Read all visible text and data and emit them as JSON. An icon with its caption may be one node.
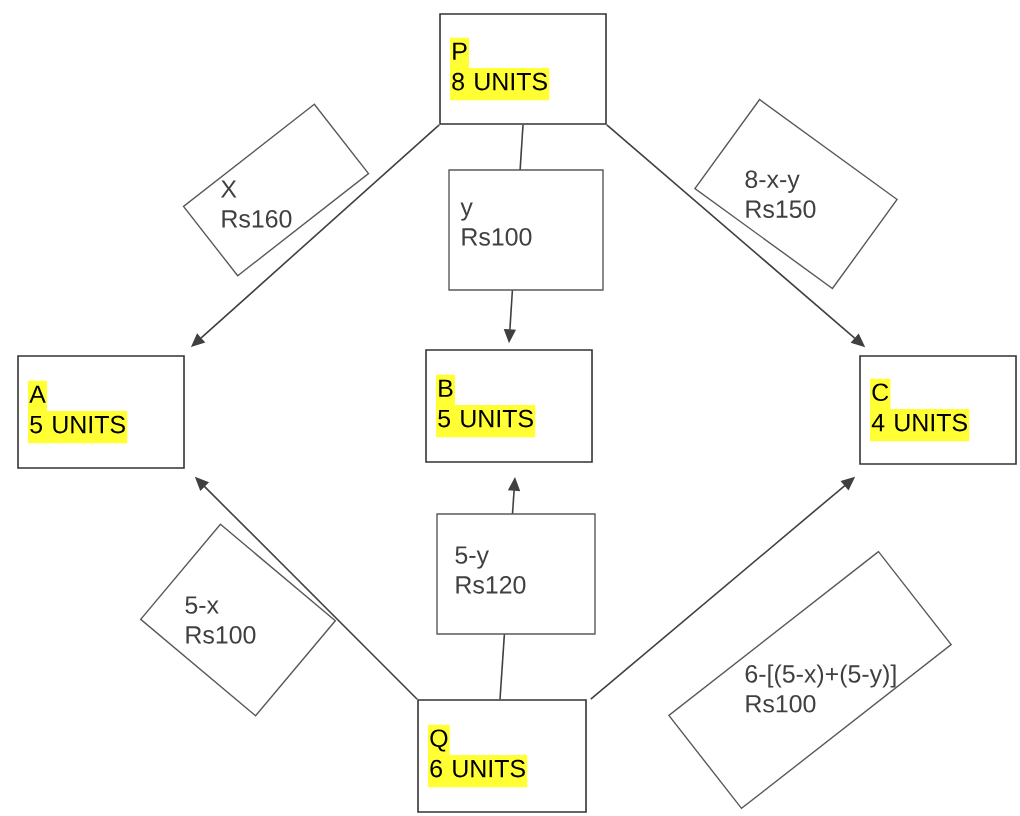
{
  "diagram": {
    "nodes": [
      {
        "text": [
          "P",
          "8 UNITS"
        ]
      },
      {
        "text": [
          "A",
          "5 UNITS"
        ]
      },
      {
        "text": [
          "B",
          "5 UNITS"
        ]
      },
      {
        "text": [
          "C",
          "4 UNITS"
        ]
      },
      {
        "text": [
          "Q",
          "6 UNITS"
        ]
      }
    ],
    "edges": [
      {
        "from": 0,
        "to": 1,
        "arrow": "to",
        "label": "X Rs160"
      },
      {
        "from": 0,
        "to": 2,
        "arrow": "to",
        "label": "y Rs100"
      },
      {
        "from": 0,
        "to": 3,
        "arrow": "to",
        "label": "8-x-y Rs150"
      },
      {
        "from": 4,
        "to": 1,
        "arrow": "to",
        "label": "5-x Rs100"
      },
      {
        "from": 4,
        "to": 2,
        "arrow": "to",
        "label": "5-y Rs120"
      },
      {
        "from": 4,
        "to": 3,
        "arrow": "to",
        "label": "6-[(5-x)+(5-y)] Rs100"
      }
    ]
  }
}
